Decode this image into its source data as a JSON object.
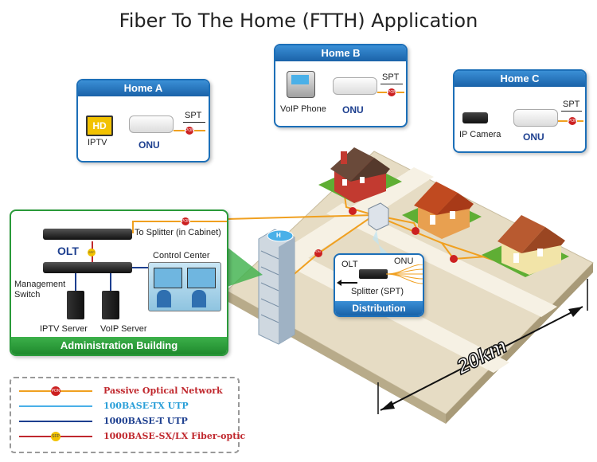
{
  "title": "Fiber To The Home (FTTH) Application",
  "homes": {
    "a": {
      "title": "Home A",
      "device": "IPTV",
      "device_badge": "HD",
      "onu": "ONU",
      "spt": "SPT",
      "pon": "PON"
    },
    "b": {
      "title": "Home B",
      "device": "VoIP Phone",
      "onu": "ONU",
      "spt": "SPT",
      "pon": "PON"
    },
    "c": {
      "title": "Home C",
      "device": "IP Camera",
      "onu": "ONU",
      "spt": "SPT",
      "pon": "PON"
    }
  },
  "admin": {
    "olt": "OLT",
    "to_splitter": "To Splitter (in Cabinet)",
    "control_center": "Control Center",
    "management_switch_line1": "Management",
    "management_switch_line2": "Switch",
    "iptv_server": "IPTV Server",
    "voip_server": "VoIP Server",
    "footer": "Administration Building",
    "sfp_badge": "SFP",
    "pon": "PON",
    "building_badge": "H"
  },
  "cabinet": {
    "olt": "OLT",
    "onu": "ONU",
    "splitter": "Splitter (SPT)",
    "footer": "Distribution Cabinet"
  },
  "distance": "20km",
  "map_pon": "PON",
  "legend": [
    {
      "label": "Passive Optical Network",
      "color": "#c0282e",
      "line": "#f0a020",
      "marker": "pon",
      "marker_text": "PON"
    },
    {
      "label": "100BASE-TX UTP",
      "color": "#2a9fd8",
      "line": "#4ab0e8",
      "marker": "none",
      "marker_text": ""
    },
    {
      "label": "1000BASE-T UTP",
      "color": "#1d3f8f",
      "line": "#1d3f8f",
      "marker": "none",
      "marker_text": ""
    },
    {
      "label": "1000BASE-SX/LX Fiber-optic",
      "color": "#c0282e",
      "line": "#c0282e",
      "marker": "sfp",
      "marker_text": "SFP"
    }
  ],
  "colors": {
    "pon_line": "#f0a020",
    "tx_line": "#4ab0e8",
    "t_line": "#1d3f8f",
    "fiber_line": "#c0282e",
    "ground": "#e8e0cc",
    "road": "#f5f0e2",
    "grass": "#6cb83a"
  }
}
